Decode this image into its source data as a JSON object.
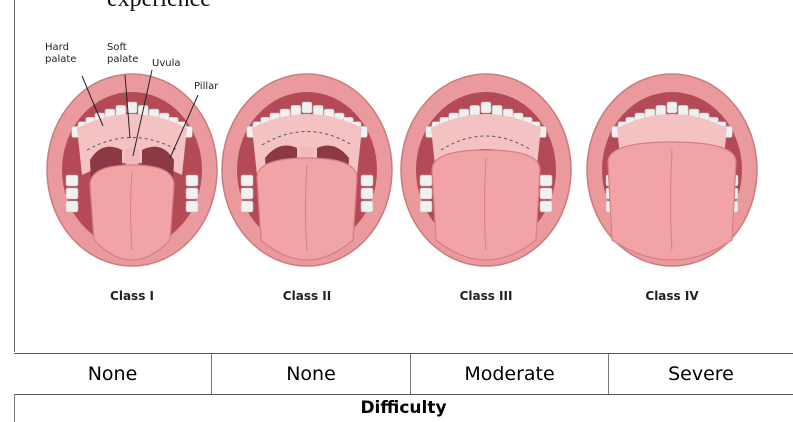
{
  "header_partial": "experience",
  "anatomy_labels": {
    "hard_palate": [
      "Hard",
      "palate"
    ],
    "soft_palate": [
      "Soft",
      "palate"
    ],
    "uvula": "Uvula",
    "pillar": "Pillar"
  },
  "classes": [
    {
      "label": "Class I",
      "difficulty": "None",
      "visibility": "full"
    },
    {
      "label": "Class II",
      "difficulty": "None",
      "visibility": "uvula-tip"
    },
    {
      "label": "Class III",
      "difficulty": "Moderate",
      "visibility": "soft-palate"
    },
    {
      "label": "Class IV",
      "difficulty": "Severe",
      "visibility": "hard-palate"
    }
  ],
  "footer_label": "Difficulty",
  "colors": {
    "lip": "#ea9a9c",
    "lip_edge": "#c97b7e",
    "tongue": "#f2a3a6",
    "tongue_edge": "#d47f84",
    "palate": "#f5c2c4",
    "throat": "#8b3a45",
    "teeth": "#f1f1f1"
  }
}
